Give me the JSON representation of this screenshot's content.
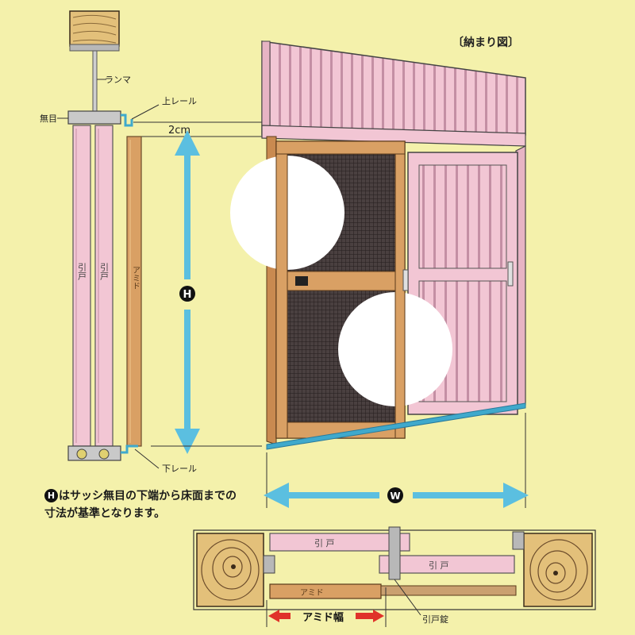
{
  "labels": {
    "title": "〔納まり図〕",
    "ranma": "ランマ",
    "mujiki": "無目",
    "upper_rail": "上レール",
    "lower_rail": "下レール",
    "gap": "2cm",
    "hikido_1": "引戸",
    "hikido_2": "引戸",
    "amido_side": "アミド",
    "h_symbol": "H",
    "w_symbol": "W",
    "plan_hikido_1": "引 戸",
    "plan_hikido_2": "引 戸",
    "plan_amido": "アミド",
    "amido_width": "アミド幅",
    "hikido_lock": "引戸錠"
  },
  "note": {
    "badge": "H",
    "text": "はサッシ無目の下端から床面までの寸法が基準となります。"
  },
  "colors": {
    "background": "#f4f1ab",
    "sash_pink": "#f2c6d4",
    "wood": "#d9a064",
    "arrow_blue": "#5bbfe0",
    "arrow_red": "#e0322a",
    "mesh": "#3a3030"
  }
}
